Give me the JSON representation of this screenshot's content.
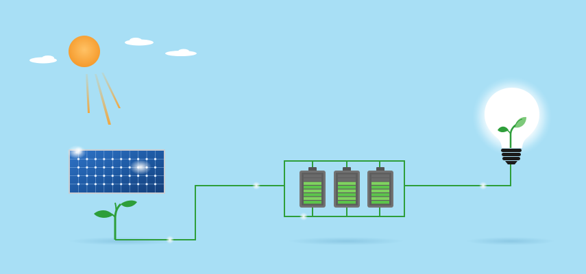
{
  "scene": {
    "background_color": "#a8dff5",
    "sun_color": "#f9a83a",
    "cloud_color": "#ffffff",
    "wire_color": "#2e9e3a",
    "leaf_color": "#2e9e3a",
    "panel_color": "#1d5ea8",
    "battery_color": "#727272",
    "battery_cell_color": "#5cc64b",
    "bulb_glow_color": "#ffffff",
    "bulb_base_color": "#1a1a1a",
    "battery_count": 3,
    "battery_charge_levels": [
      0.75,
      0.75,
      0.75
    ]
  },
  "icons": {
    "sun": "sun-icon",
    "clouds": "cloud-icon",
    "solar_panel": "solar-panel-icon",
    "plant": "plant-icon",
    "battery": "battery-icon",
    "light_bulb": "light-bulb-icon",
    "wire": "wire-line",
    "spark": "spark-glint"
  }
}
